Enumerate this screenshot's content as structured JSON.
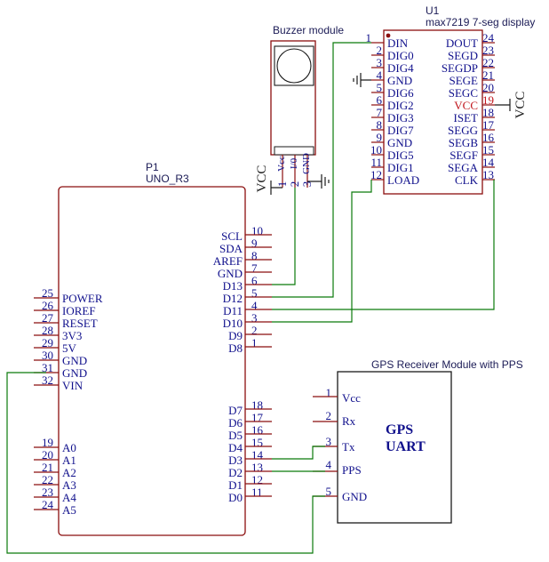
{
  "p1": {
    "ref": "P1",
    "value": "UNO_R3",
    "left_pins": [
      {
        "num": "25",
        "name": "POWER"
      },
      {
        "num": "26",
        "name": "IOREF"
      },
      {
        "num": "27",
        "name": "RESET"
      },
      {
        "num": "28",
        "name": "3V3"
      },
      {
        "num": "29",
        "name": "5V"
      },
      {
        "num": "30",
        "name": "GND"
      },
      {
        "num": "31",
        "name": "GND"
      },
      {
        "num": "32",
        "name": "VIN"
      },
      {
        "num": "19",
        "name": "A0"
      },
      {
        "num": "20",
        "name": "A1"
      },
      {
        "num": "21",
        "name": "A2"
      },
      {
        "num": "22",
        "name": "A3"
      },
      {
        "num": "23",
        "name": "A4"
      },
      {
        "num": "24",
        "name": "A5"
      }
    ],
    "right_pins": [
      {
        "num": "10",
        "name": "SCL"
      },
      {
        "num": "9",
        "name": "SDA"
      },
      {
        "num": "8",
        "name": "AREF"
      },
      {
        "num": "7",
        "name": "GND"
      },
      {
        "num": "6",
        "name": "D13"
      },
      {
        "num": "5",
        "name": "D12"
      },
      {
        "num": "4",
        "name": "D11"
      },
      {
        "num": "3",
        "name": "D10"
      },
      {
        "num": "2",
        "name": "D9"
      },
      {
        "num": "1",
        "name": "D8"
      },
      {
        "num": "18",
        "name": "D7"
      },
      {
        "num": "17",
        "name": "D6"
      },
      {
        "num": "16",
        "name": "D5"
      },
      {
        "num": "15",
        "name": "D4"
      },
      {
        "num": "14",
        "name": "D3"
      },
      {
        "num": "13",
        "name": "D2"
      },
      {
        "num": "12",
        "name": "D1"
      },
      {
        "num": "11",
        "name": "D0"
      }
    ]
  },
  "u1": {
    "ref": "U1",
    "value": "max7219 7-seg display",
    "left_pins": [
      {
        "num": "1",
        "name": "DIN"
      },
      {
        "num": "2",
        "name": "DIG0"
      },
      {
        "num": "3",
        "name": "DIG4"
      },
      {
        "num": "4",
        "name": "GND"
      },
      {
        "num": "5",
        "name": "DIG6"
      },
      {
        "num": "6",
        "name": "DIG2"
      },
      {
        "num": "7",
        "name": "DIG3"
      },
      {
        "num": "8",
        "name": "DIG7"
      },
      {
        "num": "9",
        "name": "GND"
      },
      {
        "num": "10",
        "name": "DIG5"
      },
      {
        "num": "11",
        "name": "DIG1"
      },
      {
        "num": "12",
        "name": "LOAD"
      }
    ],
    "right_pins": [
      {
        "num": "24",
        "name": "DOUT"
      },
      {
        "num": "23",
        "name": "SEGD"
      },
      {
        "num": "22",
        "name": "SEGDP"
      },
      {
        "num": "21",
        "name": "SEGE"
      },
      {
        "num": "20",
        "name": "SEGC"
      },
      {
        "num": "19",
        "name": "VCC",
        "color": "#c0141b"
      },
      {
        "num": "18",
        "name": "ISET"
      },
      {
        "num": "17",
        "name": "SEGG"
      },
      {
        "num": "16",
        "name": "SEGB"
      },
      {
        "num": "15",
        "name": "SEGF"
      },
      {
        "num": "14",
        "name": "SEGA"
      },
      {
        "num": "13",
        "name": "CLK"
      }
    ],
    "vcc_label": "VCC"
  },
  "buzzer": {
    "title": "Buzzer module",
    "pins": [
      {
        "num": "1",
        "name": "Vcc"
      },
      {
        "num": "2",
        "name": "I/0"
      },
      {
        "num": "3",
        "name": "GND"
      }
    ],
    "vcc_label": "VCC"
  },
  "gps": {
    "title": "GPS Receiver Module with PPS",
    "line1": "GPS",
    "line2": "UART",
    "pins": [
      {
        "num": "1",
        "name": "Vcc"
      },
      {
        "num": "2",
        "name": "Rx"
      },
      {
        "num": "3",
        "name": "Tx"
      },
      {
        "num": "4",
        "name": "PPS"
      },
      {
        "num": "5",
        "name": "GND"
      }
    ]
  },
  "colors": {
    "body": "#8b0e0e",
    "text": "#10108c",
    "wire": "#0a7a0a",
    "red": "#c0141b"
  }
}
